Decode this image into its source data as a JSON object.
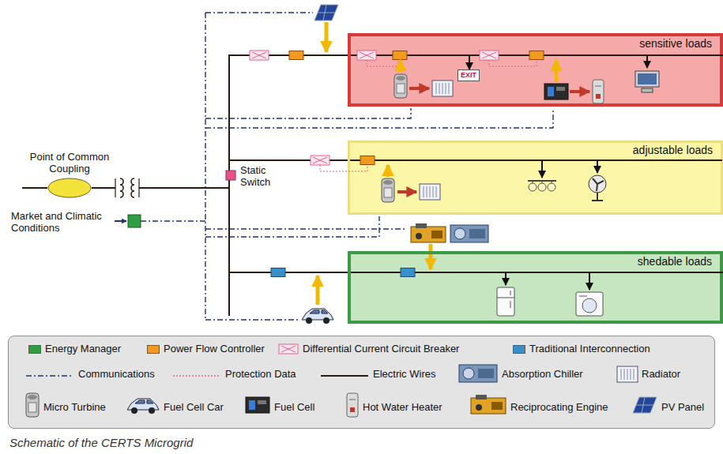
{
  "diagram": {
    "caption": "Schematic of the CERTS Microgrid",
    "nodes": [
      {
        "text": [
          "Point of Common Coupling"
        ]
      },
      {
        "text": [
          "sensitive loads"
        ]
      },
      {
        "text": [
          "adjustable loads"
        ]
      },
      {
        "text": [
          "shedable loads"
        ]
      }
    ],
    "edges": [
      {
        "from": 0,
        "to": 1,
        "arrow": "none"
      },
      {
        "from": 0,
        "to": 2,
        "arrow": "none"
      },
      {
        "from": 0,
        "to": 3,
        "arrow": "none"
      }
    ],
    "labels": [
      "Static Switch",
      "Market and Climatic Conditions",
      "EXIT"
    ],
    "legend": [
      {
        "text": "Energy Manager",
        "color": "#2e9e3e"
      },
      {
        "text": "Power Flow Controller",
        "color": "#f39a1e"
      },
      {
        "text": "Differential Current Circuit Breaker"
      },
      {
        "text": "Traditional Interconnection",
        "color": "#3a8fc8"
      },
      {
        "text": "Communications"
      },
      {
        "text": "Protection Data"
      },
      {
        "text": "Electric Wires"
      },
      {
        "text": "Absorption Chiller"
      },
      {
        "text": "Radiator"
      },
      {
        "text": "Micro Turbine"
      },
      {
        "text": "Fuel Cell Car"
      },
      {
        "text": "Fuel Cell"
      },
      {
        "text": "Hot Water Heater"
      },
      {
        "text": "Reciprocating Engine"
      },
      {
        "text": "PV Panel"
      }
    ]
  }
}
